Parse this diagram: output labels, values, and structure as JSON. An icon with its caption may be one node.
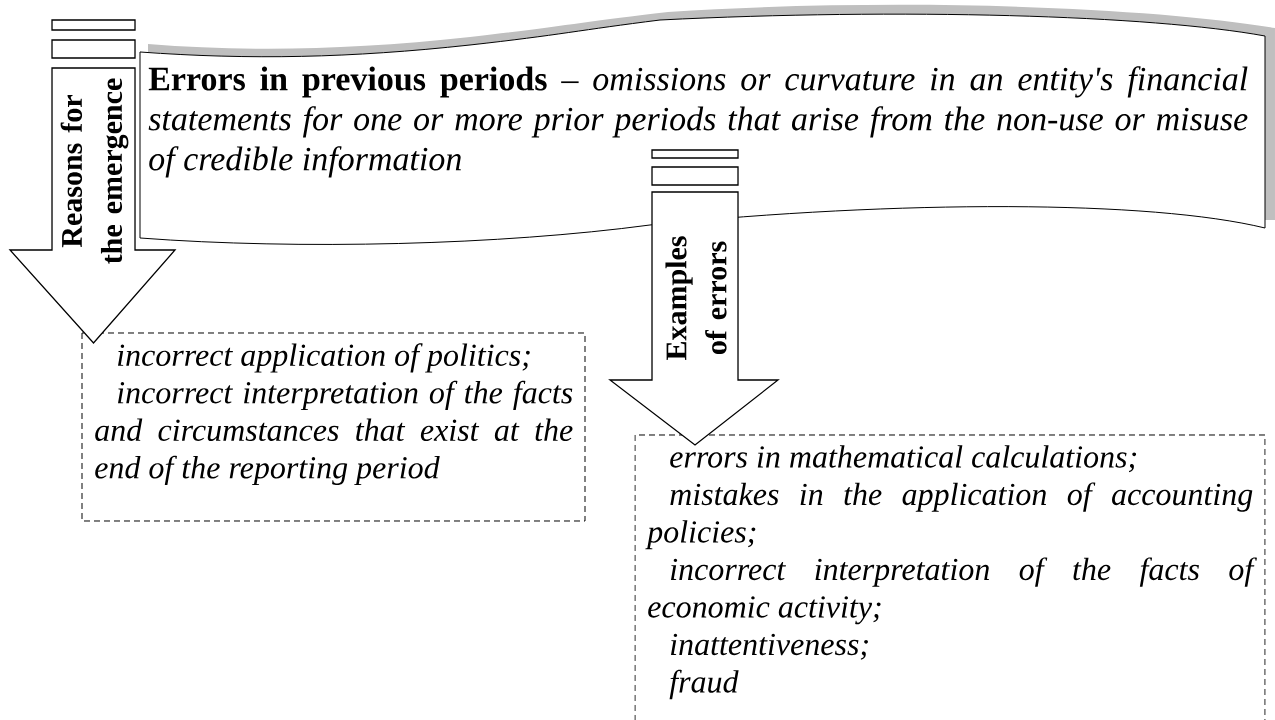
{
  "diagram": {
    "nodes": [
      {
        "text": [
          "**Errors in previous periods** – *omissions or curvature in an entity's financial statements for one or more prior periods that arise from the non-use or misuse of credible information*"
        ]
      },
      {
        "text": [
          "incorrect application of politics;",
          "incorrect interpretation of the facts and circumstances that exist at the end of the reporting period"
        ]
      },
      {
        "text": [
          "errors in mathematical calculations;",
          "mistakes in the application of accounting policies;",
          "incorrect interpretation of the facts of economic activity;",
          "inattentiveness;",
          "fraud"
        ]
      }
    ],
    "edges": [
      {
        "from": 0,
        "to": 1,
        "arrow": "to",
        "label": "Reasons for the emergence",
        "style": "thick"
      },
      {
        "from": 0,
        "to": 2,
        "arrow": "to",
        "label": "Examples of errors",
        "style": "thick"
      }
    ]
  }
}
